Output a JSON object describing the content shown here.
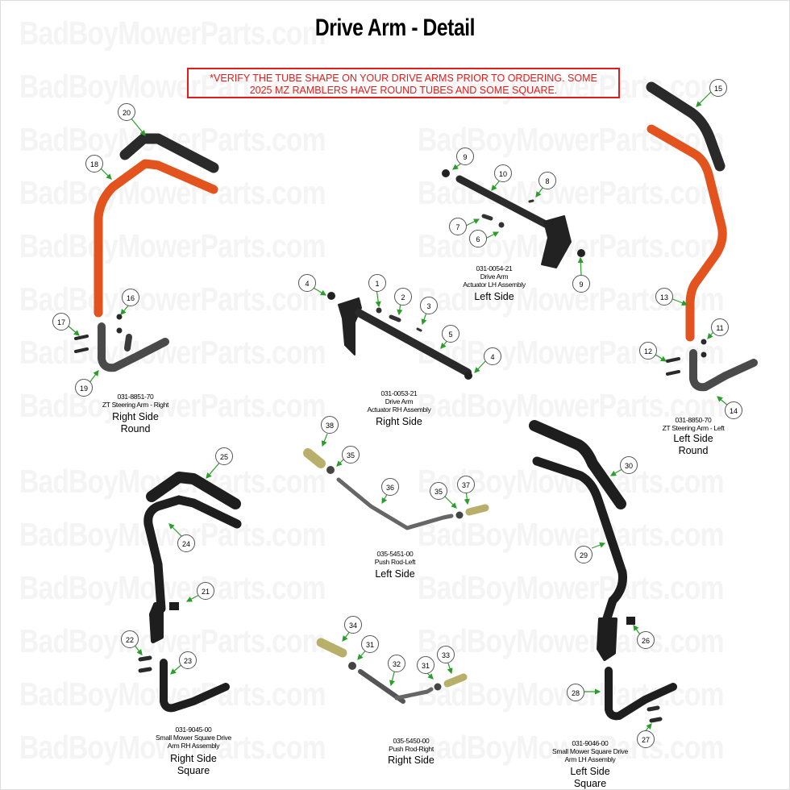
{
  "page": {
    "title": "Drive Arm - Detail",
    "watermark": "BadBoyMowerParts.com",
    "notice": {
      "line1": "*VERIFY THE TUBE SHAPE ON YOUR DRIVE ARMS PRIOR TO ORDERING. SOME",
      "line2": "2025 MZ RAMBLERS HAVE ROUND TUBES AND SOME SQUARE.",
      "color": "#e41b1b"
    },
    "colors": {
      "orange_tube": "#e2531d",
      "black_part": "#2a2a2a",
      "leader_green": "#2a9d2a",
      "brass": "#b8b06a"
    }
  },
  "assemblies": [
    {
      "id": "steer-right-round",
      "part_number": "031-8851-70",
      "description": "ZT Steering Arm - Right",
      "side": "Right Side",
      "shape": "Round",
      "callouts": [
        "20",
        "18",
        "16",
        "17",
        "19"
      ]
    },
    {
      "id": "actuator-rh",
      "part_number": "031-0053-21",
      "description_line1": "Drive Arm",
      "description_line2": "Actuator RH Assembly",
      "side": "Right Side",
      "callouts": [
        "4",
        "1",
        "2",
        "3",
        "5",
        "4"
      ]
    },
    {
      "id": "actuator-lh",
      "part_number": "031-0054-21",
      "description_line1": "Drive Arm",
      "description_line2": "Actuator LH Assembly",
      "side": "Left Side",
      "callouts": [
        "9",
        "10",
        "8",
        "7",
        "6",
        "9"
      ]
    },
    {
      "id": "steer-left-round",
      "part_number": "031-8850-70",
      "description": "ZT Steering Arm - Left",
      "side": "Left Side",
      "shape": "Round",
      "callouts": [
        "15",
        "13",
        "11",
        "12",
        "14"
      ]
    },
    {
      "id": "square-rh",
      "part_number": "031-9045-00",
      "description_line1": "Small Mower Square Drive",
      "description_line2": "Arm RH Assembly",
      "side": "Right Side",
      "shape": "Square",
      "callouts": [
        "25",
        "24",
        "21",
        "22",
        "23"
      ]
    },
    {
      "id": "pushrod-left",
      "part_number": "035-5451-00",
      "description": "Push Rod-Left",
      "side": "Left Side",
      "callouts": [
        "38",
        "35",
        "36",
        "35",
        "37"
      ]
    },
    {
      "id": "pushrod-right",
      "part_number": "035-5450-00",
      "description": "Push Rod-Right",
      "side": "Right Side",
      "callouts": [
        "34",
        "31",
        "32",
        "31",
        "33"
      ]
    },
    {
      "id": "square-lh",
      "part_number": "031-9046-00",
      "description_line1": "Small Mower Square Drive",
      "description_line2": "Arm LH Assembly",
      "side": "Left Side",
      "shape": "Square",
      "callouts": [
        "30",
        "29",
        "26",
        "28",
        "27"
      ]
    }
  ]
}
